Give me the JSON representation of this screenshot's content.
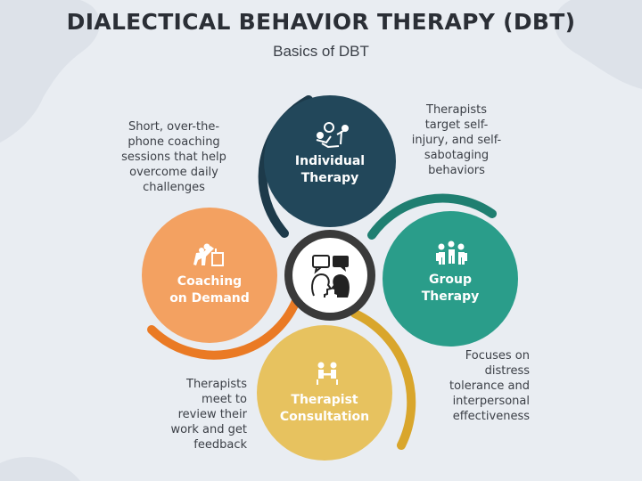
{
  "header": {
    "title": "DIALECTICAL BEHAVIOR THERAPY (DBT)",
    "subtitle": "Basics of DBT"
  },
  "center": {
    "icon": "conversation-heads-icon",
    "color": "#3a3a3a"
  },
  "petals": [
    {
      "id": "individual",
      "label": "Individual\nTherapy",
      "color": "#22475a",
      "arc_color": "#1d3a4a",
      "icon": "therapy-session-icon",
      "description": "Therapists\ntarget self-\ninjury, and self-\nsabotaging\nbehaviors"
    },
    {
      "id": "group",
      "label": "Group\nTherapy",
      "color": "#2a9d8a",
      "arc_color": "#1f7f71",
      "icon": "group-people-icon",
      "description": "Focuses on\ndistress\ntolerance and\ninterpersonal\neffectiveness"
    },
    {
      "id": "consultation",
      "label": "Therapist\nConsultation",
      "color": "#e7c25f",
      "arc_color": "#d9a62c",
      "icon": "meeting-icon",
      "description": "Therapists\nmeet to\nreview their\nwork and get\nfeedback"
    },
    {
      "id": "coaching",
      "label": "Coaching\non Demand",
      "color": "#f3a161",
      "arc_color": "#ea7a24",
      "icon": "coaching-icon",
      "description": "Short, over-the-\nphone coaching\nsessions that help\novercome daily\nchallenges"
    }
  ]
}
